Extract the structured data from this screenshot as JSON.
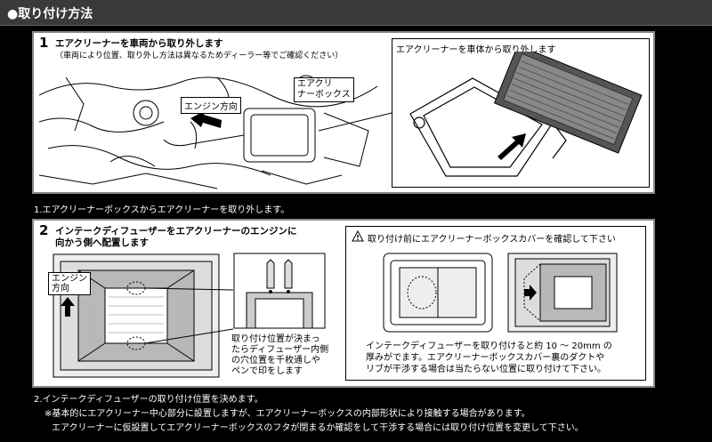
{
  "header": {
    "title": "●取り付け方法"
  },
  "step1": {
    "number": "1",
    "title": "エアクリーナーを車両から取り外します",
    "subtitle": "（車両により位置、取り外し方法は異なるためディーラー等でご確認ください）",
    "label_engine": "エンジン方向",
    "label_box_line1": "エアクリ",
    "label_box_line2": "ナーボックス",
    "inset_title": "エアクリーナーを車体から取り外します",
    "caption": "1.エアクリーナーボックスからエアクリーナーを取り外します。"
  },
  "step2": {
    "number": "2",
    "title_line1": "インテークディフューザーをエアクリーナーのエンジンに",
    "title_line2": "向かう側へ配置します",
    "label_engine_line1": "エンジン",
    "label_engine_line2": "方向",
    "note_lines": [
      "取り付け位置が決まっ",
      "たらディフューザー内側",
      "の穴位置を千枚通しや",
      "ペンで印をします"
    ],
    "warning": "取り付け前にエアクリーナーボックスカバーを確認して下さい",
    "detail_lines": [
      "インテークディフューザーを取り付けると約 10 ～ 20mm の",
      "厚みがでます。エアクリーナーボックスカバー裏のダクトや",
      "リブが干渉する場合は当たらない位置に取り付けて下さい。"
    ]
  },
  "footer": {
    "line1": "2.インテークディフューザーの取り付け位置を決めます。",
    "line2": "※基本的にエアクリーナー中心部分に設置しますが、エアクリーナーボックスの内部形状により接触する場合があります。",
    "line3": "エアクリーナーに仮設置してエアクリーナーボックスのフタが閉まるか確認をして干渉する場合には取り付け位置を変更して下さい。"
  }
}
